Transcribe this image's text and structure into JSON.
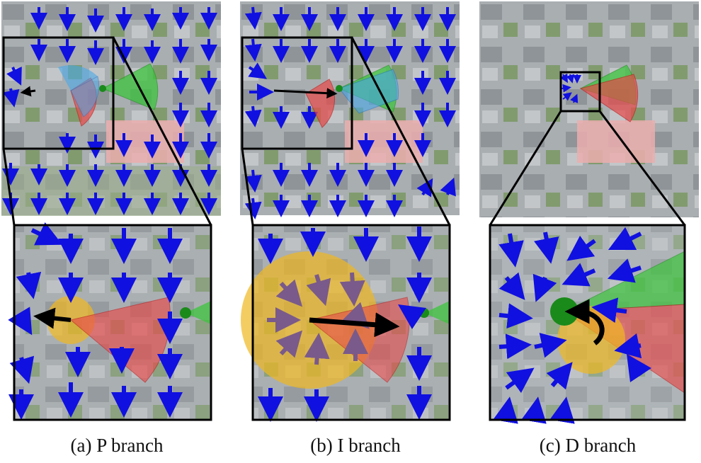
{
  "figure": {
    "panels": [
      {
        "id": "a",
        "caption": "(a) P branch"
      },
      {
        "id": "b",
        "caption": "(b) I branch"
      },
      {
        "id": "c",
        "caption": "(c) D branch"
      }
    ],
    "colors": {
      "arrow_field": "#1010e0",
      "motion_arrow": "#000000",
      "fov_red": "#e84a4a",
      "fov_green": "#3cc43c",
      "fov_blue": "#4aa8e8",
      "highlight_circle": "#f0b820",
      "green_dot": "#1a8a1a",
      "zoom_box": "#000000"
    },
    "icons": [
      "vector-field-arrow",
      "fov-cone",
      "zoom-box",
      "motion-arrow"
    ]
  }
}
